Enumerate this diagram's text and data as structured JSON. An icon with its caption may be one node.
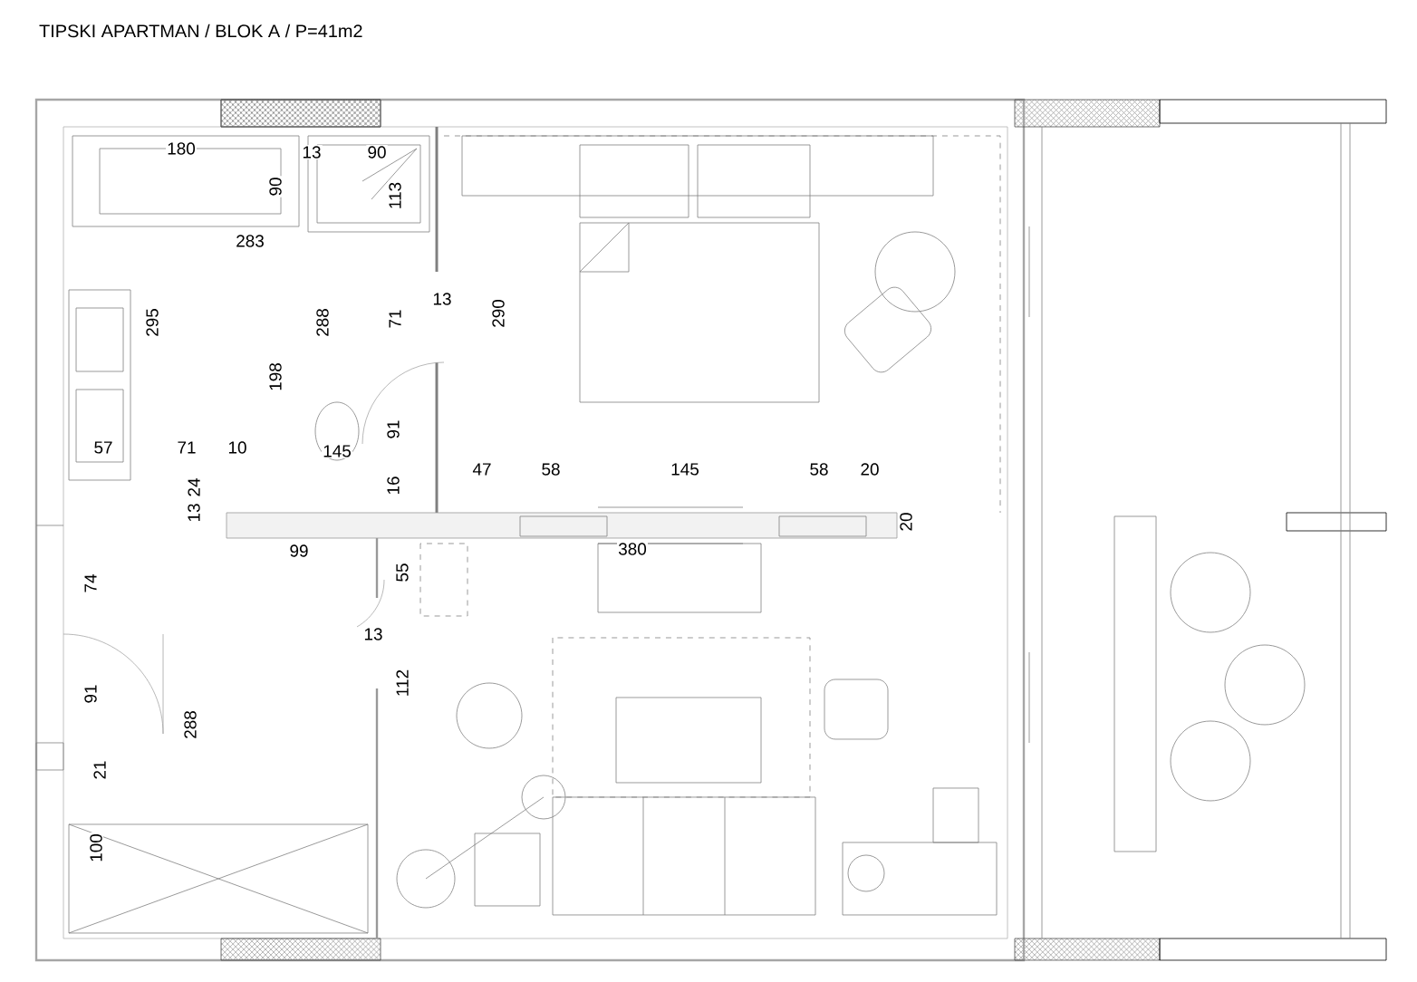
{
  "diagram": {
    "title": "TIPSKI APARTMAN / BLOK A / P=41m2",
    "labels": [
      "180",
      "13",
      "90",
      "90",
      "113",
      "283",
      "295",
      "288",
      "71",
      "13",
      "290",
      "198",
      "91",
      "57",
      "71",
      "10",
      "145",
      "16",
      "13",
      "24",
      "47",
      "58",
      "145",
      "58",
      "20",
      "20",
      "99",
      "380",
      "55",
      "74",
      "13",
      "112",
      "91",
      "288",
      "21",
      "100"
    ]
  }
}
